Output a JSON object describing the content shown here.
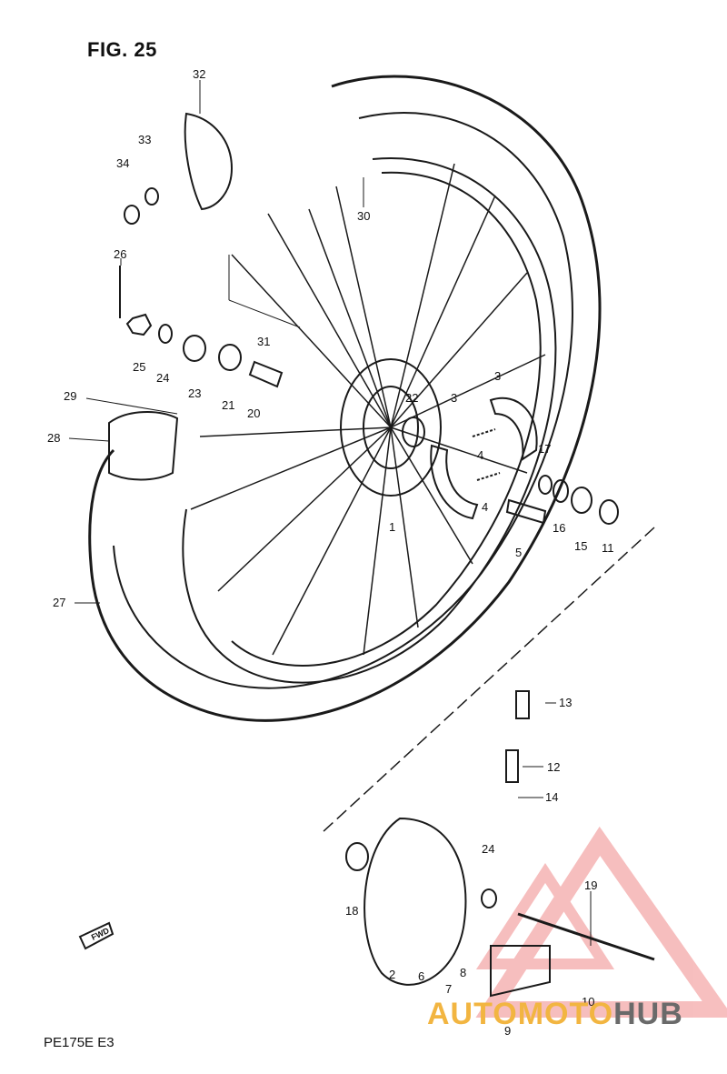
{
  "title": "FIG. 25",
  "model": "PE175E E3",
  "fwd_label": "FWD",
  "watermark": {
    "part1": "AUTO",
    "part2": "MOTO",
    "part3": "HUB"
  },
  "callouts": [
    {
      "id": "32",
      "label": "32"
    },
    {
      "id": "33",
      "label": "33"
    },
    {
      "id": "34",
      "label": "34"
    },
    {
      "id": "26",
      "label": "26"
    },
    {
      "id": "25",
      "label": "25"
    },
    {
      "id": "24a",
      "label": "24"
    },
    {
      "id": "23",
      "label": "23"
    },
    {
      "id": "21",
      "label": "21"
    },
    {
      "id": "20",
      "label": "20"
    },
    {
      "id": "29",
      "label": "29"
    },
    {
      "id": "28",
      "label": "28"
    },
    {
      "id": "27",
      "label": "27"
    },
    {
      "id": "30",
      "label": "30"
    },
    {
      "id": "31",
      "label": "31"
    },
    {
      "id": "22",
      "label": "22"
    },
    {
      "id": "3a",
      "label": "3"
    },
    {
      "id": "3b",
      "label": "3"
    },
    {
      "id": "4a",
      "label": "4"
    },
    {
      "id": "4b",
      "label": "4"
    },
    {
      "id": "17",
      "label": "17"
    },
    {
      "id": "16",
      "label": "16"
    },
    {
      "id": "15",
      "label": "15"
    },
    {
      "id": "11",
      "label": "11"
    },
    {
      "id": "5",
      "label": "5"
    },
    {
      "id": "1",
      "label": "1"
    },
    {
      "id": "13",
      "label": "13"
    },
    {
      "id": "12",
      "label": "12"
    },
    {
      "id": "14",
      "label": "14"
    },
    {
      "id": "24b",
      "label": "24"
    },
    {
      "id": "18",
      "label": "18"
    },
    {
      "id": "2",
      "label": "2"
    },
    {
      "id": "6",
      "label": "6"
    },
    {
      "id": "7",
      "label": "7"
    },
    {
      "id": "8",
      "label": "8"
    },
    {
      "id": "9",
      "label": "9"
    },
    {
      "id": "10",
      "label": "10"
    },
    {
      "id": "19",
      "label": "19"
    }
  ]
}
